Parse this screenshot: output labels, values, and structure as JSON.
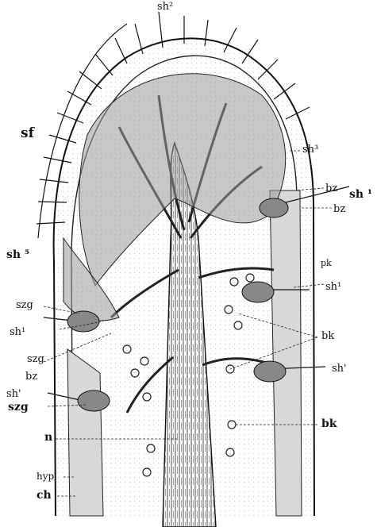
{
  "figure": {
    "labels": {
      "sh2": "sh²",
      "sh3": "sh³",
      "sf": "sf",
      "bz_top": "bz",
      "sh1_right_top": "sh ¹",
      "bz_right": "bz",
      "sh_left": "sh ⁵",
      "pk": "pk",
      "sh1_right_mid": "sh¹",
      "szg_1": "szg",
      "sh1_left": "sh¹",
      "bk_upper": "bk",
      "szg_2": "szg",
      "bz_left": "bz",
      "sh1_right_low": "sh'",
      "sh1_left_low": "sh'",
      "szg_3": "szg",
      "bk_lower": "bk",
      "n": "n",
      "hyp": "hyp",
      "ch": "ch"
    }
  }
}
